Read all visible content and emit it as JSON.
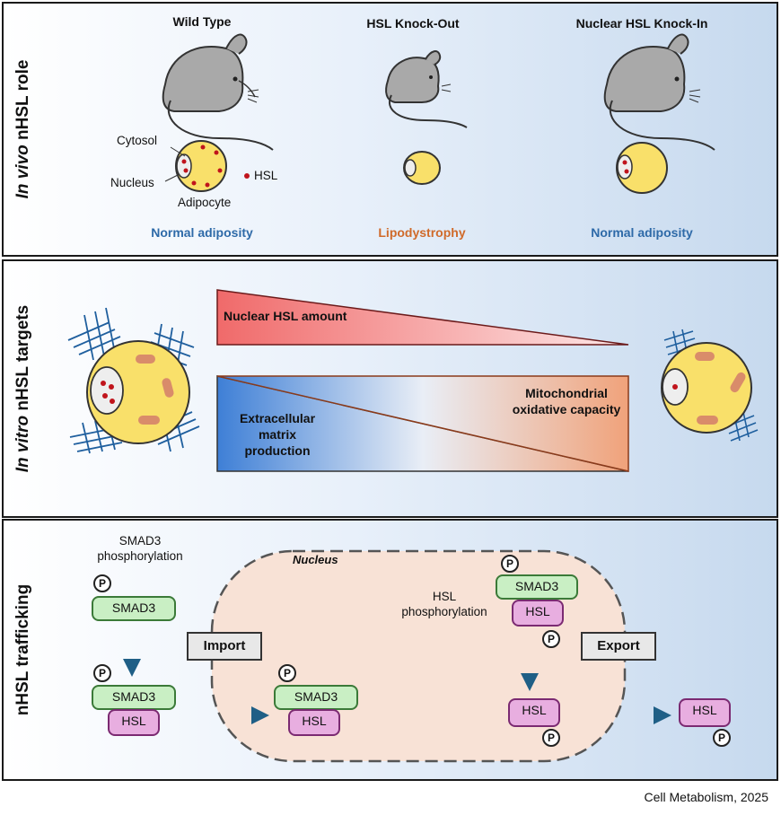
{
  "panel1": {
    "side_label_em": "In vivo",
    "side_label_rest": " nHSL role",
    "columns": [
      {
        "title": "Wild Type",
        "outcome": "Normal adiposity",
        "outcome_color": "#2e6aa8"
      },
      {
        "title": "HSL Knock-Out",
        "outcome": "Lipodystrophy",
        "outcome_color": "#d06a2a"
      },
      {
        "title": "Nuclear HSL Knock-In",
        "outcome": "Normal adiposity",
        "outcome_color": "#2e6aa8"
      }
    ],
    "labels": {
      "cytosol": "Cytosol",
      "nucleus": "Nucleus",
      "adipocyte": "Adipocyte",
      "hsl": "HSL"
    }
  },
  "panel2": {
    "side_label_em": "In vitro",
    "side_label_rest": " nHSL targets",
    "top_triangle": "Nuclear HSL amount",
    "left_gradient": "Extracellular matrix production",
    "right_gradient": "Mitochondrial oxidative capacity"
  },
  "panel3": {
    "side_label": "nHSL trafficking",
    "smad3_phos": "SMAD3 phosphorylation",
    "nucleus": "Nucleus",
    "hsl_phos": "HSL phosphorylation",
    "import": "Import",
    "export": "Export",
    "smad3": "SMAD3",
    "hsl": "HSL",
    "p": "P"
  },
  "colors": {
    "hsl_dot": "#c0141c",
    "adipocyte_fill": "#f9e06a",
    "mouse": "#a9a9a9",
    "arrow": "#1f5f86"
  },
  "credit": "Cell Metabolism, 2025"
}
